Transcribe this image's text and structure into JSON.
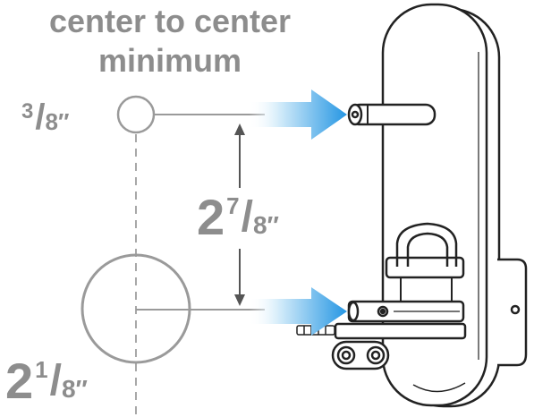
{
  "title": {
    "line1": "center to center",
    "line2": "minimum"
  },
  "dimensions": {
    "small_hole": {
      "numerator": "3",
      "separator": "/",
      "denominator": "8″"
    },
    "spacing": {
      "whole": "2",
      "numerator": "7",
      "separator": "/",
      "denominator": "8″"
    },
    "large_hole": {
      "whole": "2",
      "numerator": "1",
      "separator": "/",
      "denominator": "8″"
    }
  },
  "colors": {
    "label_gray": "#8d8d8d",
    "line_gray": "#9a9a9a",
    "arrow_blue": "#2596e3",
    "drawing_ink": "#222222"
  },
  "icons": {
    "pointer": "right-arrow-icon",
    "product": "door-lock-illustration"
  }
}
